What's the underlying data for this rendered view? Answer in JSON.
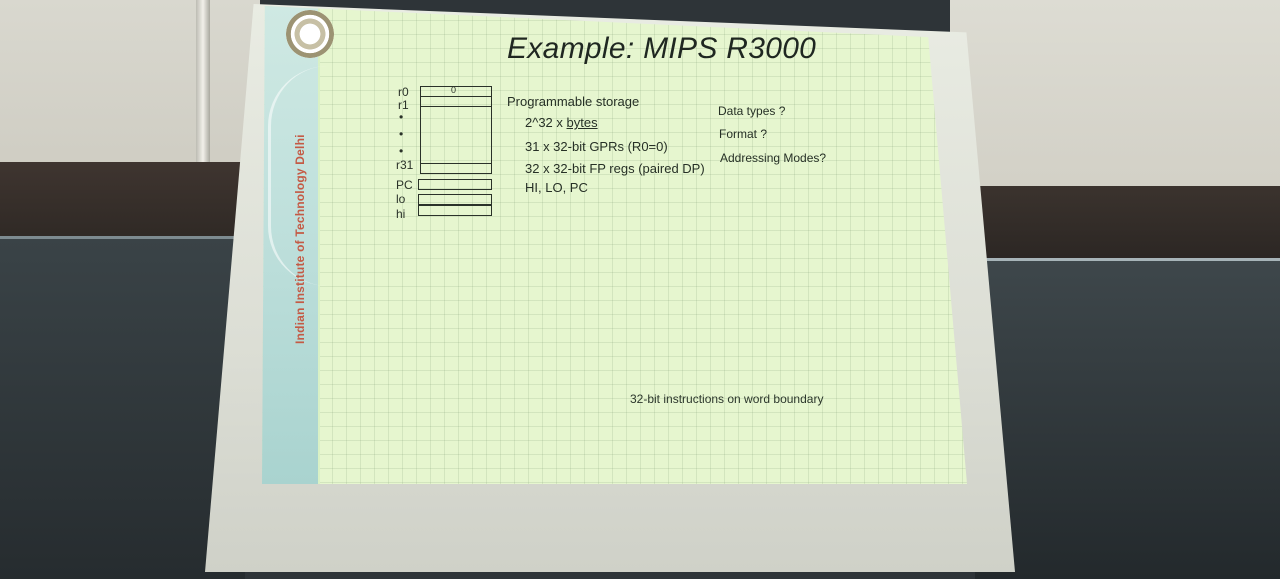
{
  "slide": {
    "title": "Example: MIPS R3000",
    "institution": "Indian Institute of Technology Delhi",
    "registers": {
      "r0": "r0",
      "r0_value": "0",
      "r1": "r1",
      "dot1": "•",
      "dot2": "•",
      "dot3": "•",
      "r31": "r31",
      "pc": "PC",
      "lo": "lo",
      "hi": "hi"
    },
    "storage": {
      "heading": "Programmable storage",
      "item1_prefix": "2^32 x ",
      "item1_underline": "bytes",
      "item2": "31 x 32-bit GPRs (R0=0)",
      "item3": "32 x 32-bit FP regs (paired DP)",
      "item4": "HI, LO, PC"
    },
    "questions": {
      "q1": "Data types ?",
      "q2": "Format ?",
      "q3": "Addressing Modes?"
    },
    "footer": "32-bit instructions on word boundary"
  }
}
